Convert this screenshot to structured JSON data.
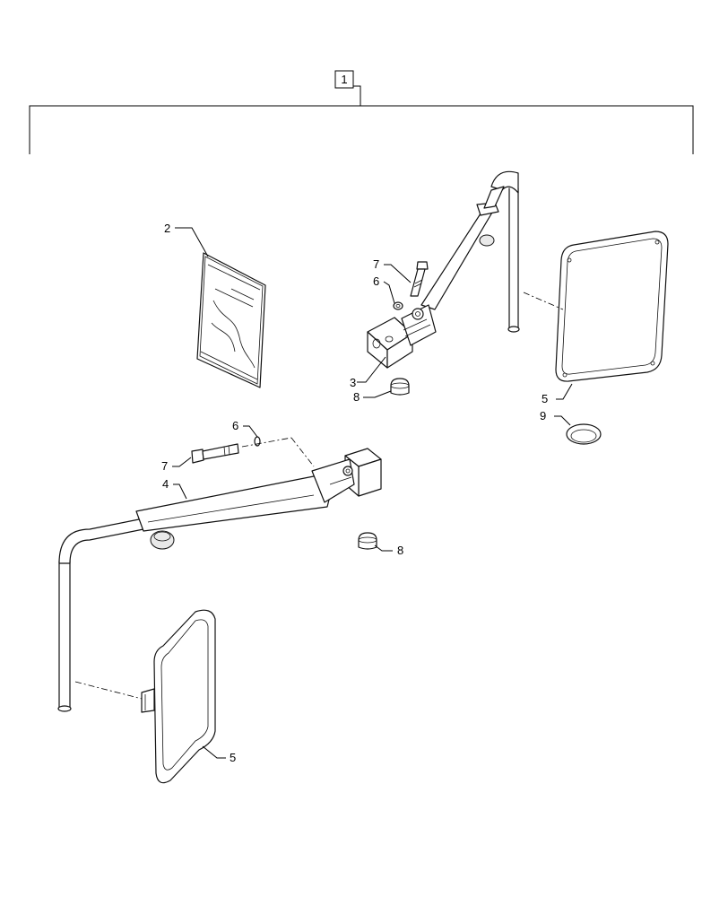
{
  "callouts": {
    "assembly": "1",
    "manual": "2",
    "bracket_right": "3",
    "arm_left": "4",
    "mirror_right": "5",
    "mirror_left": "5",
    "bolt_upper": "7",
    "washer_upper": "6",
    "bolt_lower": "7",
    "washer_lower": "6",
    "cap_upper": "8",
    "cap_lower": "8",
    "plug": "9"
  }
}
